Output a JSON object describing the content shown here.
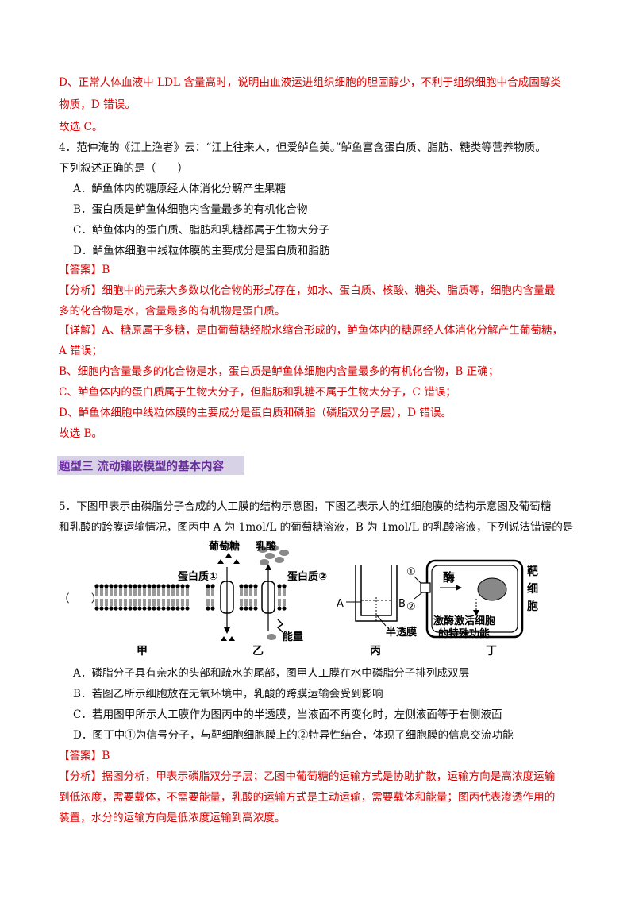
{
  "q3_tail": {
    "d_line1": "D、正常人体血液中 LDL 含量高时，说明由血液运进组织细胞的胆固醇少，不利于组织细胞中合成固醇类",
    "d_line2": "物质，D 错误。",
    "conclusion": "故选 C。"
  },
  "q4": {
    "stem1": "4．范仲淹的《江上渔者》云：“江上往来人，但爱鲈鱼美。”鲈鱼富含蛋白质、脂肪、糖类等营养物质。",
    "stem2": "下列叙述正确的是（　　）",
    "options": [
      "A．鲈鱼体内的糖原经人体消化分解产生果糖",
      "B．蛋白质是鲈鱼体细胞内含量最多的有机化合物",
      "C．鲈鱼体内的蛋白质、脂肪和乳糖都属于生物大分子",
      "D．鲈鱼体细胞中线粒体膜的主要成分是蛋白质和脂肪"
    ],
    "answer_tag": "【答案】",
    "answer": "B",
    "analysis_tag": "【分析】",
    "analysis1": "细胞中的元素大多数以化合物的形式存在，如水、蛋白质、核酸、糖类、脂质等，细胞内含量最",
    "analysis2": "多的化合物是水，含量最多的有机物是蛋白质。",
    "detail_tag": "【详解】",
    "detail1": "A、糖原属于多糖，是由葡萄糖经脱水缩合形成的，鲈鱼体内的糖原经人体消化分解产生葡萄糖，",
    "detail2": "A 错误；",
    "detail3": "B、细胞内含量最多的化合物是水，蛋白质是鲈鱼体细胞内含量最多的有机化合物，B 正确；",
    "detail4": "C、鲈鱼体内的蛋白质属于生物大分子，但脂肪和乳糖不属于生物大分子，C 错误；",
    "detail5": "D、鲈鱼体细胞中线粒体膜的主要成分是蛋白质和磷脂（磷脂双分子层），D 错误。",
    "conclusion": "故选 B。"
  },
  "section_title": "题型三  流动镶嵌模型的基本内容",
  "q5": {
    "stem1": "5．下图甲表示由磷脂分子合成的人工膜的结构示意图，下图乙表示人的红细胞膜的结构示意图及葡萄糖",
    "stem2": "和乳酸的跨膜运输情况，图丙中 A 为 1mol/L 的葡萄糖溶液，B 为 1mol/L 的乳酸溶液，下列说法错误的是",
    "paren": "（　　）",
    "figure": {
      "glucose": "葡萄糖",
      "lactate": "乳酸",
      "protein1": "蛋白质①",
      "protein2": "蛋白质②",
      "energy": "能量",
      "label_a": "A",
      "label_b": "B",
      "membrane": "半透膜",
      "circle1": "①",
      "circle2": "②",
      "enzyme": "酶",
      "target_cell": [
        "靶",
        "细",
        "胞"
      ],
      "activation1": "激酶激活细胞",
      "activation2": "的特殊功能",
      "cap_jia": "甲",
      "cap_yi": "乙",
      "cap_bing": "丙",
      "cap_ding": "丁"
    },
    "options": [
      "A．磷脂分子具有亲水的头部和疏水的尾部，图甲人工膜在水中磷脂分子排列成双层",
      "B．若图乙所示细胞放在无氧环境中，乳酸的跨膜运输会受到影响",
      "C．若用图甲所示人工膜作为图丙中的半透膜，当液面不再变化时，左侧液面等于右侧液面",
      "D．图丁中①为信号分子，与靶细胞细胞膜上的②特异性结合，体现了细胞膜的信息交流功能"
    ],
    "answer_tag": "【答案】",
    "answer": "B",
    "analysis_tag": "【分析】",
    "analysis1": "据图分析，甲表示磷脂双分子层；乙图中葡萄糖的运输方式是协助扩散，运输方向是高浓度运输",
    "analysis2": "到低浓度，需要载体，不需要能量，乳酸的运输方式是主动运输，需要载体和能量；图丙代表渗透作用的",
    "analysis3": "装置，水分的运输方向是低浓度运输到高浓度。"
  }
}
